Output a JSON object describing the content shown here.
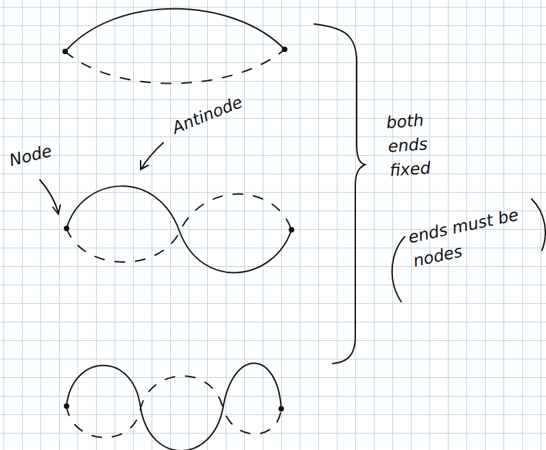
{
  "diagram": {
    "labels": [
      "Antinode",
      "Node",
      "both ends fixed",
      "ends must be nodes"
    ]
  }
}
